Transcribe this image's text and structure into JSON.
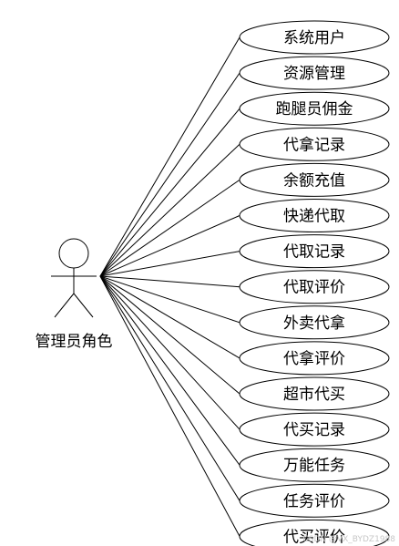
{
  "actor": {
    "label": "管理员角色"
  },
  "use_cases": [
    "系统用户",
    "资源管理",
    "跑腿员佣金",
    "代拿记录",
    "余额充值",
    "快递代取",
    "代取记录",
    "代取评价",
    "外卖代拿",
    "代拿评价",
    "超市代买",
    "代买记录",
    "万能任务",
    "任务评价",
    "代买评价"
  ],
  "watermark": "CSDN @VX_BYDZ1988"
}
